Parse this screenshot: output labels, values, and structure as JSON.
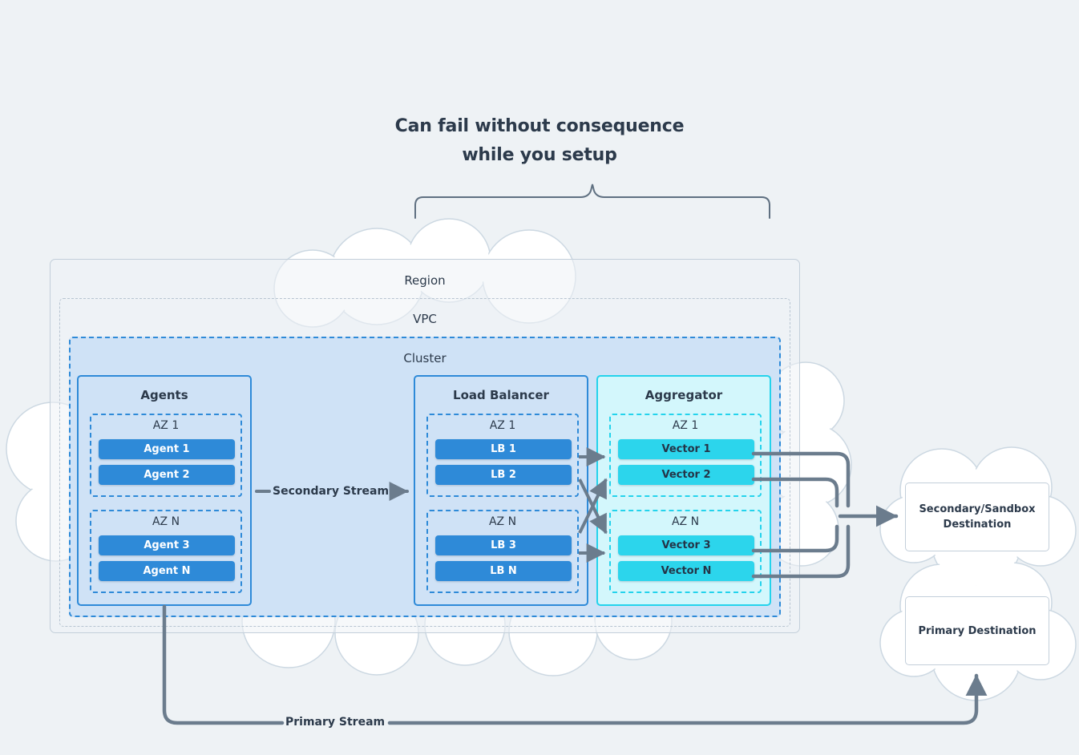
{
  "headline": {
    "line1": "Can fail without consequence",
    "line2": "while you setup"
  },
  "zones": {
    "region": "Region",
    "vpc": "VPC",
    "cluster": "Cluster"
  },
  "panels": {
    "agents": {
      "title": "Agents",
      "zones": [
        {
          "label": "AZ 1",
          "nodes": [
            "Agent 1",
            "Agent 2"
          ]
        },
        {
          "label": "AZ N",
          "nodes": [
            "Agent 3",
            "Agent N"
          ]
        }
      ]
    },
    "load_balancer": {
      "title": "Load Balancer",
      "zones": [
        {
          "label": "AZ 1",
          "nodes": [
            "LB 1",
            "LB 2"
          ]
        },
        {
          "label": "AZ N",
          "nodes": [
            "LB 3",
            "LB N"
          ]
        }
      ]
    },
    "aggregator": {
      "title": "Aggregator",
      "zones": [
        {
          "label": "AZ 1",
          "nodes": [
            "Vector 1",
            "Vector 2"
          ]
        },
        {
          "label": "AZ N",
          "nodes": [
            "Vector 3",
            "Vector N"
          ]
        }
      ]
    }
  },
  "destinations": {
    "secondary_line1": "Secondary/Sandbox",
    "secondary_line2": "Destination",
    "primary": "Primary Destination"
  },
  "streams": {
    "secondary": "Secondary Stream",
    "primary": "Primary Stream"
  },
  "colors": {
    "background": "#eef2f5",
    "ink": "#2c3a4b",
    "blue_node": "#2e8ad8",
    "blue_border": "#2e8ad8",
    "blue_fill": "#cfe2f6",
    "cyan_node": "#2cd5ec",
    "cyan_border": "#24d3ec",
    "cyan_fill": "#d3f7fc",
    "connector": "#6b7c8d",
    "outline_gray": "#c3cfda",
    "cloud": "#ffffff"
  }
}
